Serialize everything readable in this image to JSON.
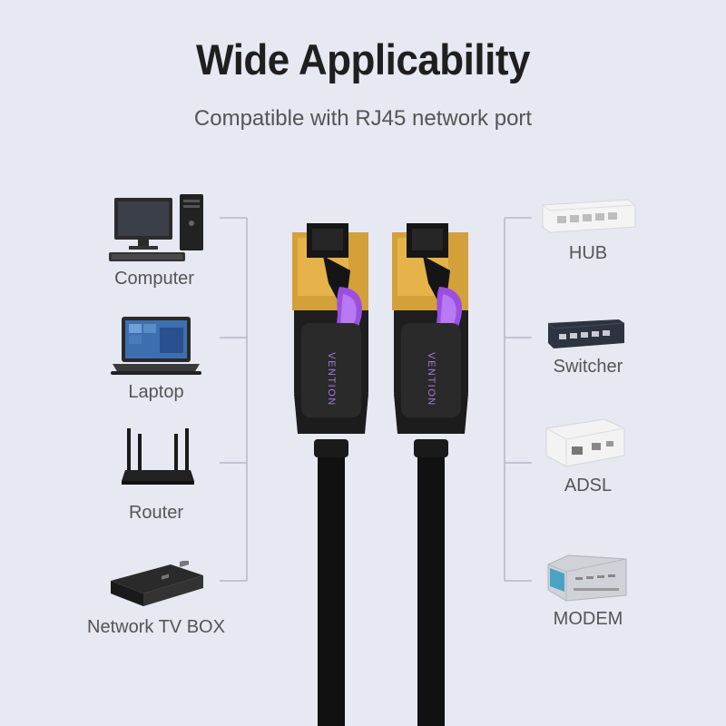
{
  "header": {
    "title": "Wide Applicability",
    "subtitle": "Compatible with RJ45 network port"
  },
  "left_devices": [
    {
      "label": "Computer",
      "icon": "computer-icon"
    },
    {
      "label": "Laptop",
      "icon": "laptop-icon"
    },
    {
      "label": "Router",
      "icon": "router-icon"
    },
    {
      "label": "Network TV BOX",
      "icon": "tv-box-icon"
    }
  ],
  "right_devices": [
    {
      "label": "HUB",
      "icon": "hub-icon"
    },
    {
      "label": "Switcher",
      "icon": "switcher-icon"
    },
    {
      "label": "ADSL",
      "icon": "adsl-icon"
    },
    {
      "label": "MODEM",
      "icon": "modem-icon"
    }
  ],
  "cable": {
    "brand_mark": "VENTION",
    "connector_color": "#9b4fe0",
    "shield_color": "#d4a03a",
    "jacket_color": "#111111"
  }
}
